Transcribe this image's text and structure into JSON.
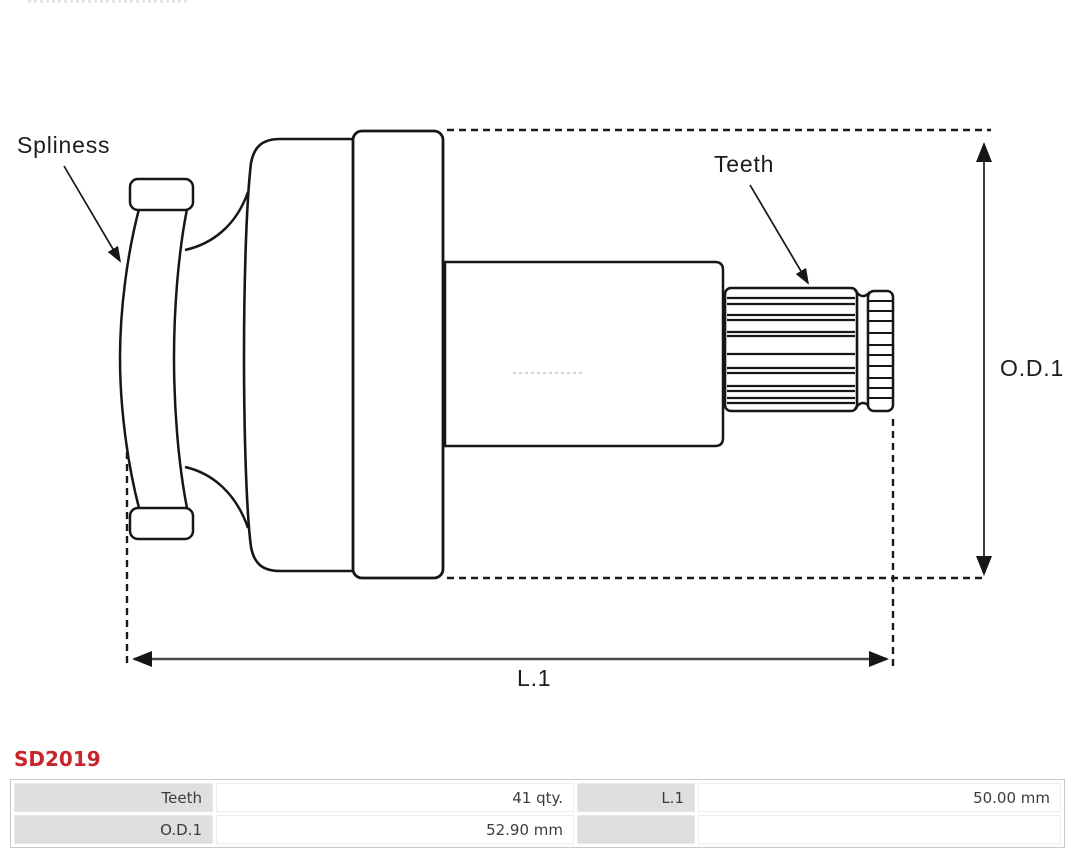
{
  "part_number": "SD2019",
  "diagram": {
    "labels": {
      "splines": "Spliness",
      "teeth": "Teeth",
      "od1": "O.D.1",
      "l1": "L.1"
    }
  },
  "colors": {
    "part_number_red": "#c8252c",
    "drawing_line": "#161616",
    "dimension_line": "#3d3d3d",
    "table_label_bg": "#dfdfdf"
  },
  "spec_table": {
    "rows": [
      {
        "c0": "Teeth",
        "c1": "41 qty.",
        "c2": "L.1",
        "c3": "50.00 mm"
      },
      {
        "c0": "O.D.1",
        "c1": "52.90 mm",
        "c2": "",
        "c3": ""
      }
    ]
  }
}
